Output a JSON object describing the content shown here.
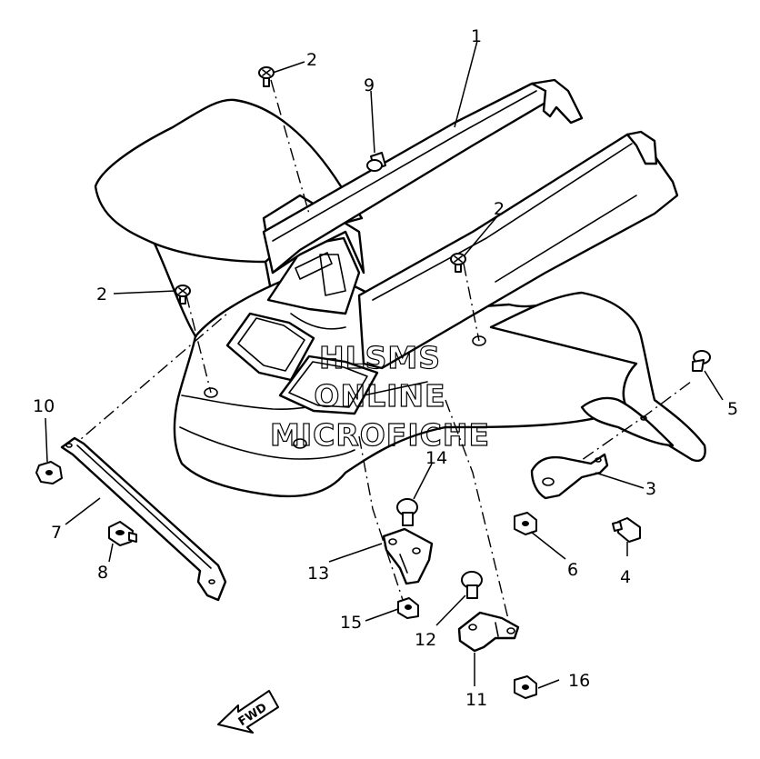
{
  "callouts": {
    "p1": "1",
    "p2a": "2",
    "p2b": "2",
    "p2c": "2",
    "p3": "3",
    "p4": "4",
    "p5": "5",
    "p6": "6",
    "p7": "7",
    "p8": "8",
    "p9": "9",
    "p10": "10",
    "p11": "11",
    "p12": "12",
    "p13": "13",
    "p14": "14",
    "p15": "15",
    "p16": "16"
  },
  "watermark": {
    "line1": "HLSMS",
    "line2": "ONLINE",
    "line3": "MICROFICHE"
  },
  "direction_arrow": {
    "label": "FWD",
    "icon": "fwd-arrow-icon"
  }
}
